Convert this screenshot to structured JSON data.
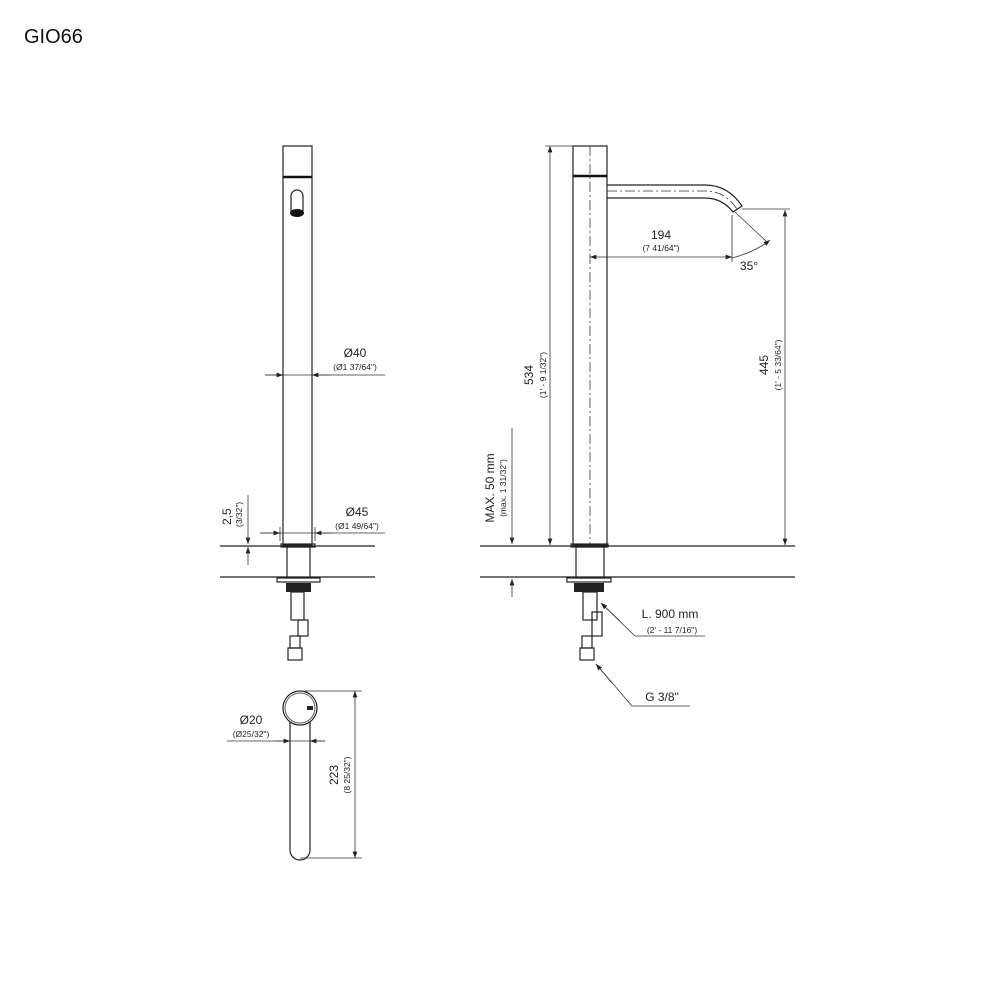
{
  "title": "GIO66",
  "front_view": {
    "body_diameter": "Ø40",
    "body_diameter_in": "(Ø1 37/64\")",
    "base_diameter": "Ø45",
    "base_diameter_in": "(Ø1 49/64\")",
    "base_height": "2,5",
    "base_height_in": "(3/32\")"
  },
  "side_view": {
    "total_height": "534",
    "total_height_in": "(1' - 9 1/32\")",
    "spout_reach": "194",
    "spout_reach_in": "(7 41/64\")",
    "spout_angle": "35°",
    "spout_height": "445",
    "spout_height_in": "(1' - 5 33/64\")",
    "max_deck": "MAX. 50 mm",
    "max_deck_in": "(max. 1 31/32\")",
    "hose_length": "L. 900 mm",
    "hose_length_in": "(2' - 11 7/16\")",
    "connection": "G 3/8\""
  },
  "handle_view": {
    "diameter": "Ø20",
    "diameter_in": "(Ø25/32\")",
    "length": "223",
    "length_in": "(8 25/32\")"
  }
}
